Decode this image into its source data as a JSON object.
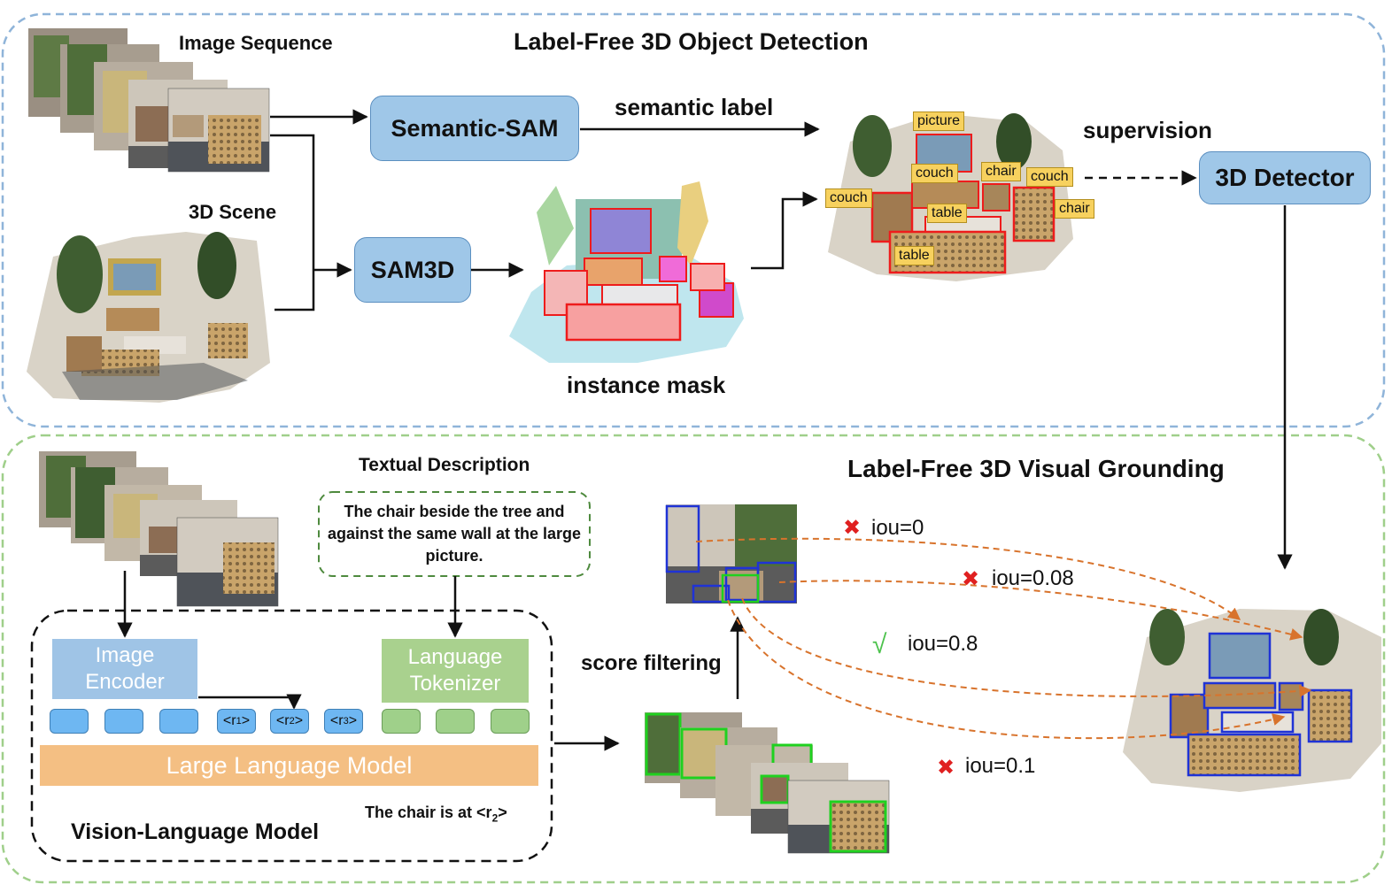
{
  "top": {
    "title": "Label-Free 3D Object Detection",
    "image_sequence_label": "Image Sequence",
    "scene_label": "3D Scene",
    "semantic_sam": "Semantic-SAM",
    "sam3d": "SAM3D",
    "semantic_label": "semantic label",
    "instance_mask": "instance mask",
    "supervision": "supervision",
    "detector": "3D Detector",
    "object_tags": [
      "picture",
      "couch",
      "chair",
      "couch",
      "couch",
      "table",
      "chair",
      "table"
    ]
  },
  "bottom": {
    "title": "Label-Free 3D Visual Grounding",
    "textual_description_label": "Textual Description",
    "description": "The chair beside the tree and against the same wall at the large picture.",
    "image_encoder": "Image Encoder",
    "language_tokenizer": "Language Tokenizer",
    "llm": "Large Language Model",
    "vlm_label": "Vision-Language Model",
    "answer_prefix": "The chair is at <r",
    "answer_sub": "2",
    "answer_suffix": ">",
    "region_tokens": [
      {
        "prefix": "<r",
        "sub": "1",
        "suffix": ">"
      },
      {
        "prefix": "<r",
        "sub": "2",
        "suffix": ">"
      },
      {
        "prefix": "<r",
        "sub": "3",
        "suffix": ">"
      }
    ],
    "score_filtering": "score filtering",
    "matches": [
      {
        "mark": "✖",
        "text": "iou=0",
        "status": "reject"
      },
      {
        "mark": "✖",
        "text": "iou=0.08",
        "status": "reject"
      },
      {
        "mark": "√",
        "text": "iou=0.8",
        "status": "accept"
      },
      {
        "mark": "✖",
        "text": "iou=0.1",
        "status": "reject"
      }
    ]
  },
  "colors": {
    "top_border": "#8fb4d9",
    "bottom_border": "#9fcf8a",
    "blue_button": "#9fc7e8",
    "encoder": "#9fc4e6",
    "tokenizer": "#a9d18e",
    "llm": "#f4bf83",
    "reject_mark": "#e02020",
    "accept_mark": "#4cc24c",
    "dashed_match": "#d8732c",
    "red_box": "#ee1c1c",
    "blue_box": "#1f33d6",
    "green_box": "#1fd11f"
  }
}
